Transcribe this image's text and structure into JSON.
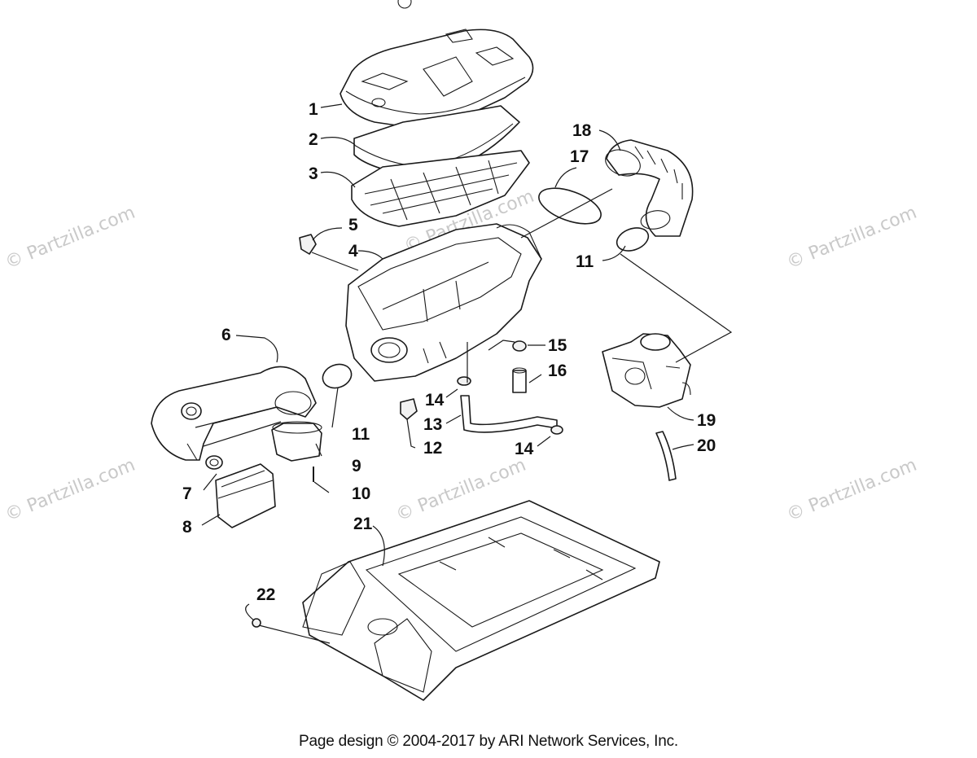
{
  "callouts": {
    "c1": "1",
    "c2": "2",
    "c3": "3",
    "c4": "4",
    "c5": "5",
    "c6": "6",
    "c7": "7",
    "c8": "8",
    "c9": "9",
    "c10": "10",
    "c11a": "11",
    "c11b": "11",
    "c12": "12",
    "c13": "13",
    "c14a": "14",
    "c14b": "14",
    "c15": "15",
    "c16": "16",
    "c17": "17",
    "c18": "18",
    "c19": "19",
    "c20": "20",
    "c21": "21",
    "c22": "22"
  },
  "watermark": "© Partzilla.com",
  "footer": "Page design © 2004-2017 by ARI Network Services, Inc."
}
